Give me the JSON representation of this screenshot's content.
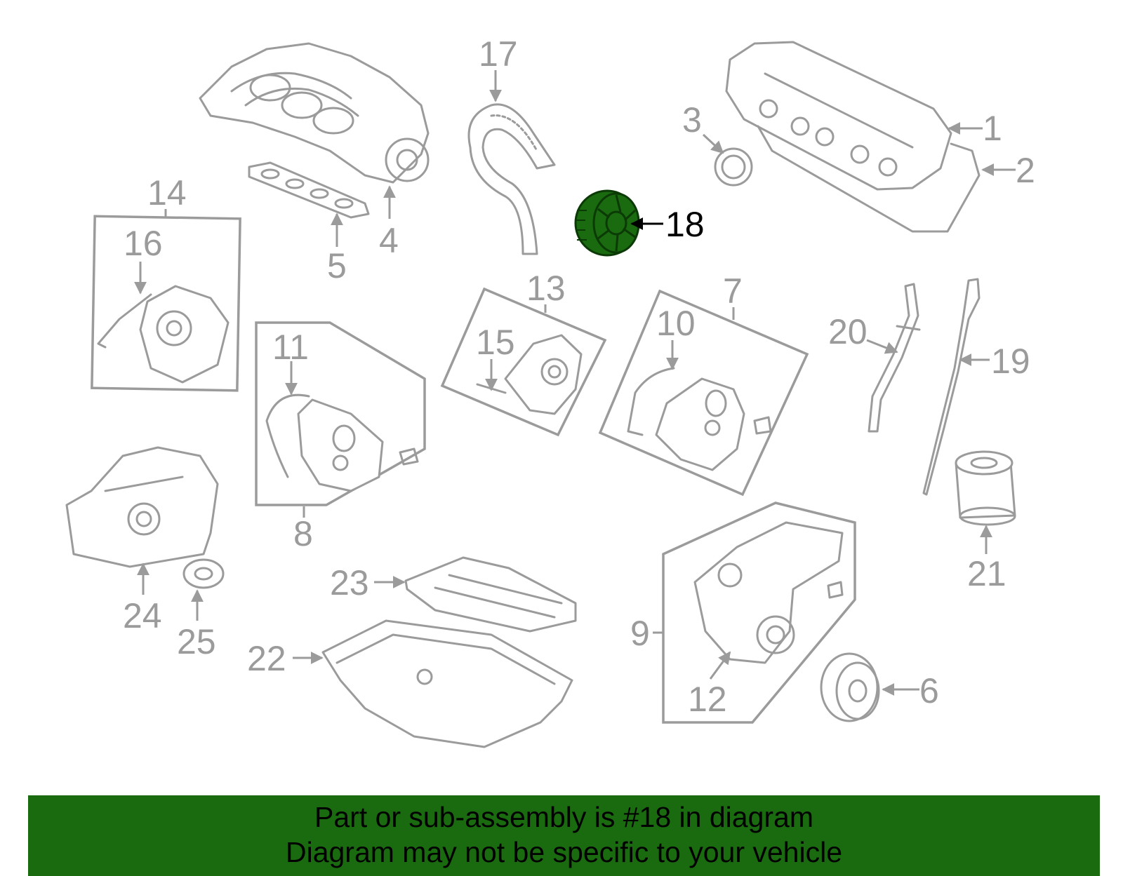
{
  "diagram": {
    "highlighted_part": "18",
    "highlight_color": "#1a6b0f",
    "line_color": "#9b9b9b",
    "callouts": [
      "1",
      "2",
      "3",
      "4",
      "5",
      "6",
      "7",
      "8",
      "9",
      "10",
      "11",
      "12",
      "13",
      "14",
      "15",
      "16",
      "17",
      "18",
      "19",
      "20",
      "21",
      "22",
      "23",
      "24",
      "25"
    ]
  },
  "banner": {
    "line1": "Part or sub-assembly is #18 in diagram",
    "line2": "Diagram may not be specific to your vehicle",
    "background": "#1a6b0f"
  }
}
